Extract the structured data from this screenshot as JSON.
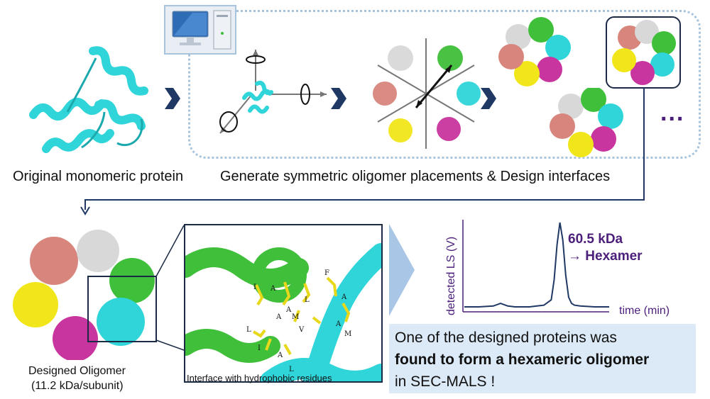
{
  "labels": {
    "original": "Original monomeric protein",
    "generate": "Generate symmetric oligomer placements & Design interfaces",
    "designed_line1": "Designed Oligomer",
    "designed_line2": "(11.2 kDa/subunit)",
    "interface": "Interface with hydrophobic residues",
    "ellipsis": "..."
  },
  "residues": [
    "I",
    "A",
    "A",
    "F",
    "A",
    "L",
    "A",
    "M",
    "L",
    "V",
    "A",
    "M",
    "I",
    "A",
    "L"
  ],
  "chart": {
    "ylabel": "detected LS (V)",
    "xlabel": "time (min)",
    "annotation_line1": "60.5 kDa",
    "annotation_line2": "→ Hexamer"
  },
  "chart_data": {
    "type": "line",
    "ylabel": "detected LS (V)",
    "xlabel": "time (min)",
    "x": [
      0,
      10,
      20,
      25,
      30,
      35,
      40,
      45,
      50,
      55,
      60,
      62,
      64,
      66,
      68,
      70,
      72,
      74,
      76,
      80,
      90,
      100
    ],
    "y": [
      0.04,
      0.04,
      0.05,
      0.08,
      0.05,
      0.04,
      0.04,
      0.04,
      0.05,
      0.06,
      0.12,
      0.35,
      0.75,
      1.0,
      0.8,
      0.4,
      0.15,
      0.08,
      0.06,
      0.05,
      0.04,
      0.04
    ],
    "annotations": [
      "60.5 kDa",
      "→ Hexamer"
    ]
  },
  "result": {
    "line1": "One of the designed proteins was",
    "line2": "found to form a hexameric oligomer",
    "line3": "in SEC-MALS !"
  },
  "colors": {
    "cyan": "#2fd5d8",
    "green": "#3fbf3a",
    "pink": "#d8857d",
    "white_grey": "#d8d8d8",
    "yellow": "#f0e619",
    "magenta": "#c8359e",
    "arrow_navy": "#1f3864",
    "annotation_purple": "#4b1f7a",
    "result_bg": "#dce9f6"
  },
  "icons": [
    "computer-icon",
    "rotation-arrow-icon",
    "right-chevron-icon",
    "double-arrow-icon"
  ]
}
